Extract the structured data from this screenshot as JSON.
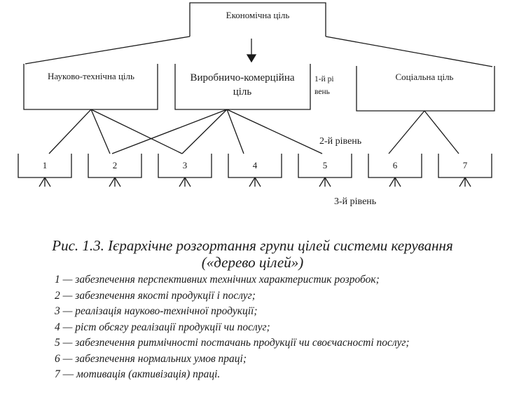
{
  "diagram": {
    "root": "Економічна ціль",
    "level1_goals": [
      "Науково-технічна ціль",
      [
        "Виробничо-комерційна",
        "ціль"
      ],
      "Соціальна ціль"
    ],
    "level1_label": [
      "1-й рі",
      "вень"
    ],
    "level2_label": "2-й рівень",
    "level3_label": "3-й рівень",
    "level2_goals": [
      "1",
      "2",
      "3",
      "4",
      "5",
      "6",
      "7"
    ],
    "links": [
      [
        0,
        0
      ],
      [
        0,
        1
      ],
      [
        0,
        2
      ],
      [
        1,
        1
      ],
      [
        1,
        2
      ],
      [
        1,
        3
      ],
      [
        1,
        4
      ],
      [
        2,
        5
      ],
      [
        2,
        6
      ]
    ]
  },
  "caption": {
    "line1": "Рис. 1.3. Ієрархічне розгортання групи цілей системи керування",
    "line2": "(«дерево цілей»)"
  },
  "legend": [
    "1 — забезпечення перспективних технічних характеристик розробок;",
    "2 — забезпечення якості продукції і послуг;",
    "3 — реалізація науково-технічної продукції;",
    "4 — ріст обсягу реалізації продукції чи послуг;",
    "5 — забезпечення ритмічності постачань продукції чи своєчасності послуг;",
    "6 — забезпечення нормальних умов праці;",
    "7 –– мотивація (активізація) праці."
  ]
}
